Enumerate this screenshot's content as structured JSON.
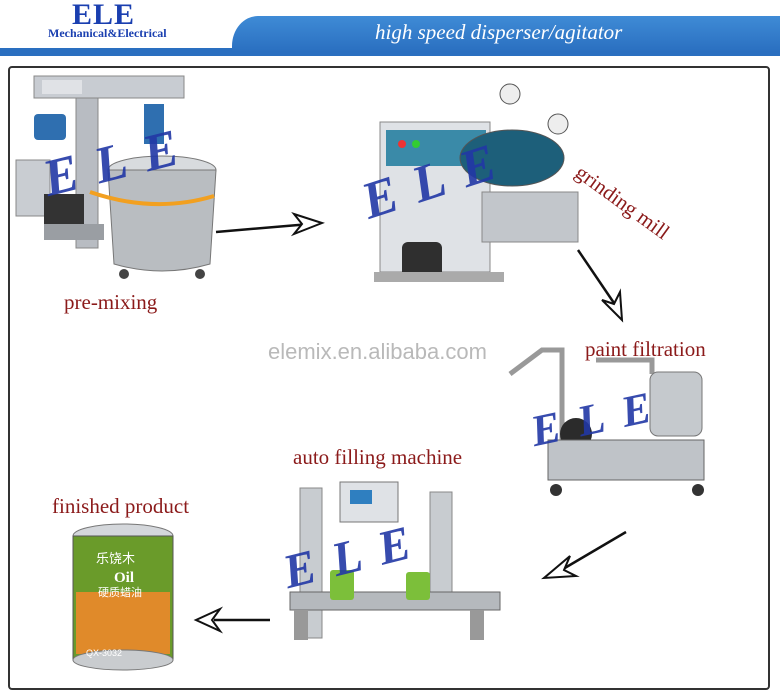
{
  "header": {
    "logo_title": "ELE",
    "logo_subtitle": "Mechanical&Electrical",
    "title": "high speed disperser/agitator"
  },
  "steps": {
    "premixing": "pre-mixing",
    "grinding": "grinding mill",
    "filtration": "paint filtration",
    "filling": "auto filling machine",
    "finished": "finished product"
  },
  "watermark": "elemix.en.alibaba.com",
  "overlay_logo": "ELE",
  "can_label": {
    "brand": "乐饶木",
    "product": "Oil",
    "chinese": "硬质蜡油",
    "code": "QX-3032"
  },
  "colors": {
    "brand_blue": "#2238a6",
    "header_blue": "#2a6fc0",
    "label_red": "#8b1a1a"
  }
}
